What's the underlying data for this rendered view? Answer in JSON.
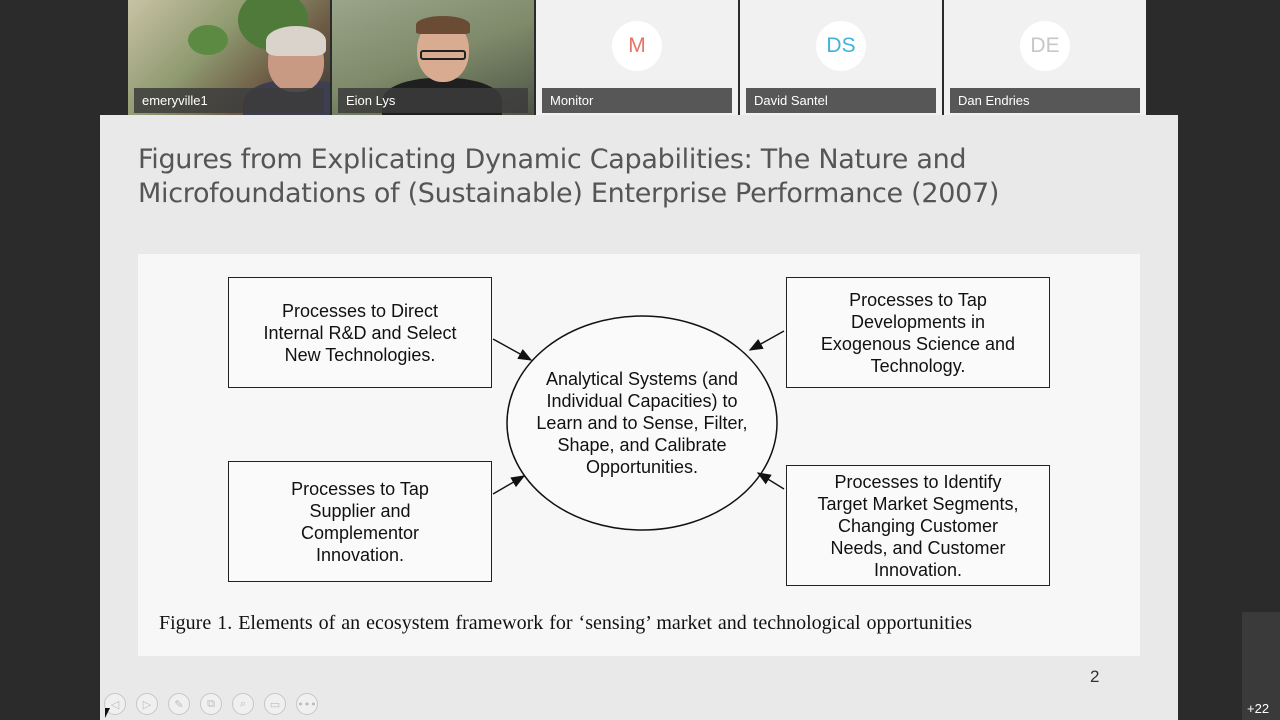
{
  "participants": [
    {
      "name": "emeryville1",
      "type": "video"
    },
    {
      "name": "Eion Lys",
      "type": "video"
    },
    {
      "name": "Monitor",
      "initials": "M",
      "initials_color": "#e57368"
    },
    {
      "name": "David Santel",
      "initials": "DS",
      "initials_color": "#3fb3d9"
    },
    {
      "name": "Dan Endries",
      "initials": "DE",
      "initials_color": "#c7c7c7"
    }
  ],
  "slide": {
    "title": "Figures from Explicating Dynamic Capabilities: The Nature and Microfoundations of (Sustainable) Enterprise Performance (2007)",
    "page_number": "2",
    "figure": {
      "center": "Analytical Systems (and\nIndividual Capacities) to\nLearn and to Sense, Filter,\nShape, and Calibrate\nOpportunities.",
      "top_left": "Processes to Direct\nInternal R&D and Select\nNew Technologies.",
      "top_right": "Processes to Tap\nDevelopments in\nExogenous Science and\nTechnology.",
      "bottom_left": "Processes to Tap\nSupplier and\nComplementor\nInnovation.",
      "bottom_right": "Processes to Identify\nTarget Market Segments,\nChanging Customer\nNeeds, and Customer\nInnovation.",
      "caption": "Figure 1.   Elements of an ecosystem framework for ‘sensing’ market and technological opportunities"
    }
  },
  "toolbar": {
    "buttons": [
      "previous-icon",
      "next-icon",
      "pen-icon",
      "copy-icon",
      "zoom-icon",
      "slides-icon",
      "more-icon"
    ],
    "more_text": "•••"
  },
  "overflow": {
    "label": "+22"
  }
}
